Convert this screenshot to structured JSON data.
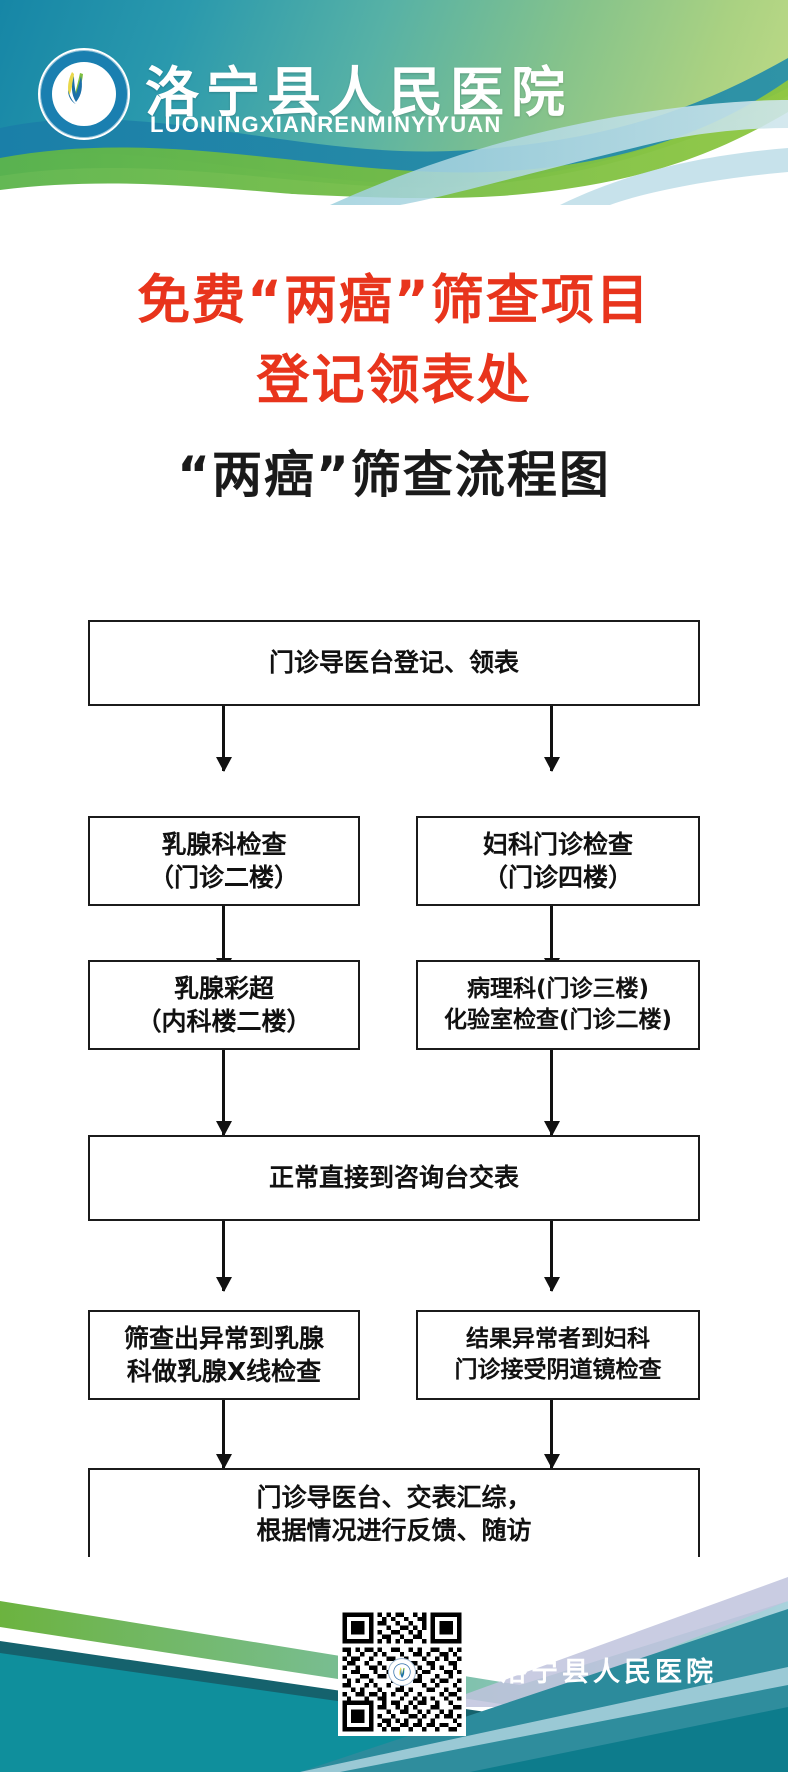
{
  "header": {
    "hospital_name_cn": "洛宁县人民医院",
    "hospital_name_en": "LUONINGXIANRENMINYIYUAN",
    "logo_icon": "hospital-seal-icon"
  },
  "titles": {
    "red_line_1": "免费“两癌”筛查项目",
    "red_line_2": "登记领表处",
    "black_title": "“两癌”筛查流程图",
    "red_color": "#e8341c",
    "black_color": "#1a1a1a"
  },
  "flowchart": {
    "type": "diagram",
    "nodes": [
      {
        "id": "n1",
        "lines": [
          "门诊导医台登记、领表"
        ]
      },
      {
        "id": "n2",
        "lines": [
          "乳腺科检查",
          "（门诊二楼）"
        ]
      },
      {
        "id": "n3",
        "lines": [
          "妇科门诊检查",
          "（门诊四楼）"
        ]
      },
      {
        "id": "n4",
        "lines": [
          "乳腺彩超",
          "（内科楼二楼）"
        ]
      },
      {
        "id": "n5",
        "lines": [
          "病理科(门诊三楼)",
          "化验室检查(门诊二楼)"
        ]
      },
      {
        "id": "n6",
        "lines": [
          "正常直接到咨询台交表"
        ]
      },
      {
        "id": "n7",
        "lines": [
          "筛查出异常到乳腺",
          "科做乳腺X线检查"
        ]
      },
      {
        "id": "n8",
        "lines": [
          "结果异常者到妇科",
          "门诊接受阴道镜检查"
        ]
      },
      {
        "id": "n9",
        "lines": [
          "门诊导医台、交表汇综，",
          "根据情况进行反馈、随访"
        ]
      }
    ],
    "edges": [
      {
        "from": "n1",
        "to": "n2"
      },
      {
        "from": "n1",
        "to": "n3"
      },
      {
        "from": "n2",
        "to": "n4"
      },
      {
        "from": "n3",
        "to": "n5"
      },
      {
        "from": "n4",
        "to": "n6"
      },
      {
        "from": "n5",
        "to": "n6"
      },
      {
        "from": "n6",
        "to": "n7"
      },
      {
        "from": "n6",
        "to": "n8"
      },
      {
        "from": "n7",
        "to": "n9"
      },
      {
        "from": "n8",
        "to": "n9"
      }
    ]
  },
  "footer": {
    "hospital_name_cn": "洛宁县人民医院",
    "qr_icon": "qr-code-icon",
    "qr_center_icon": "hospital-seal-icon",
    "teal": "#0f8390",
    "dark_teal": "#155c66",
    "light_blue": "#8fc5d6",
    "green": "#6cb33f"
  }
}
